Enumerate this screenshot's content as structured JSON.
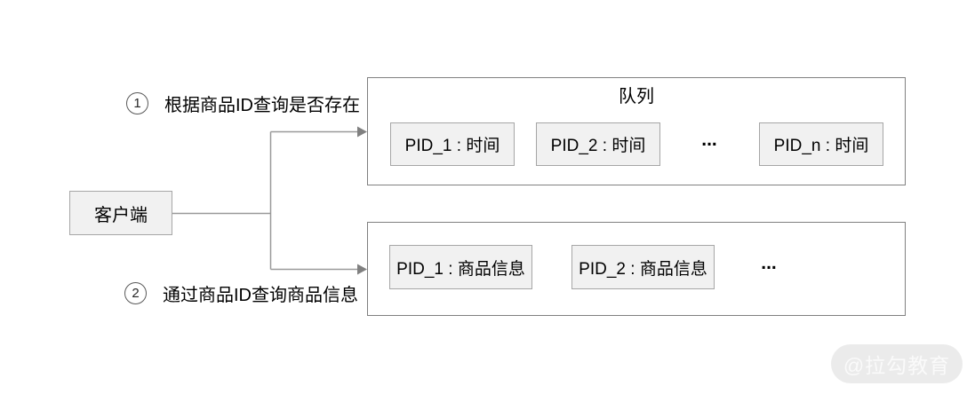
{
  "colors": {
    "background": "#ffffff",
    "node_fill": "#f1f1f1",
    "node_border": "#a6a6a6",
    "container_border": "#808080",
    "connector_line": "#999999",
    "arrowhead": "#808080",
    "text": "#000000",
    "watermark_bg": "#ebebeb",
    "watermark_text": "#fafafa"
  },
  "client": {
    "label": "客户端"
  },
  "annotations": {
    "step1": {
      "number": "1",
      "text": "根据商品ID查询是否存在"
    },
    "step2": {
      "number": "2",
      "text": "通过商品ID查询商品信息"
    }
  },
  "queue": {
    "title": "队列",
    "items": [
      {
        "label": "PID_1 : 时间"
      },
      {
        "label": "PID_2 : 时间"
      },
      {
        "label": "PID_n : 时间"
      }
    ],
    "ellipsis": "..."
  },
  "product_info": {
    "items": [
      {
        "label": "PID_1 : 商品信息"
      },
      {
        "label": "PID_2 : 商品信息"
      }
    ],
    "ellipsis": "..."
  },
  "watermark": {
    "text": "@拉勾教育"
  }
}
